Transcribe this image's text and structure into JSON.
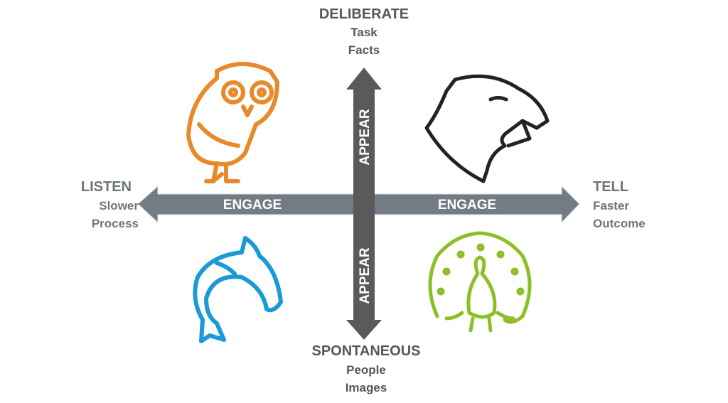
{
  "top": {
    "title": "DELIBERATE",
    "line1": "Task",
    "line2": "Facts"
  },
  "bottom": {
    "title": "SPONTANEOUS",
    "line1": "People",
    "line2": "Images"
  },
  "left": {
    "title": "LISTEN",
    "line1": "Slower",
    "line2": "Process"
  },
  "right": {
    "title": "TELL",
    "line1": "Faster",
    "line2": "Outcome"
  },
  "axes": {
    "horizontal_left_label": "ENGAGE",
    "horizontal_right_label": "ENGAGE",
    "vertical_top_label": "APPEAR",
    "vertical_bottom_label": "APPEAR"
  },
  "colors": {
    "owl": "#e8892a",
    "panther": "#222222",
    "dolphin": "#1a9ad7",
    "peacock": "#8cbf26",
    "horizontal_arrow": "#737b84",
    "vertical_arrow": "#5a5a5a"
  },
  "icons": [
    "owl-icon",
    "panther-icon",
    "dolphin-icon",
    "peacock-icon"
  ]
}
